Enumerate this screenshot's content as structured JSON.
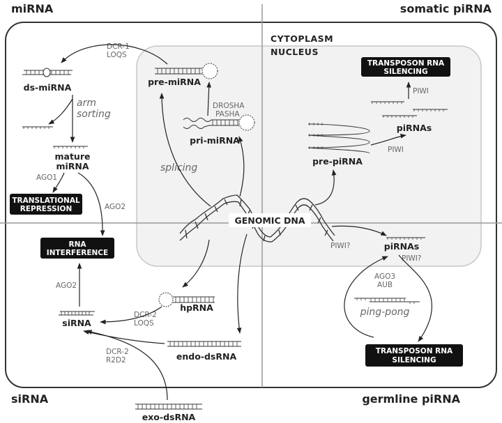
{
  "quadrants": {
    "top_left": "miRNA",
    "top_right": "somatic piRNA",
    "bottom_left": "siRNA",
    "bottom_right": "germline piRNA"
  },
  "compartments": {
    "cytoplasm": "CYTOPLASM",
    "nucleus": "NUCLEUS"
  },
  "center": {
    "genomic_dna": "GENOMIC DNA"
  },
  "mirna": {
    "ds_mirna": "ds-miRNA",
    "pre_mirna": "pre-miRNA",
    "pri_mirna": "pri-miRNA",
    "mature_line1": "mature",
    "mature_line2": "miRNA",
    "dcr1": "DCR-1",
    "loqs": "LOQS",
    "drosha": "DROSHA",
    "pasha": "PASHA",
    "arm": "arm",
    "sorting": "sorting",
    "splicing": "splicing",
    "ago1": "AGO1",
    "ago2_top": "AGO2",
    "trans_rep_line1": "TRANSLATIONAL",
    "trans_rep_line2": "REPRESSION"
  },
  "sirna": {
    "rnai_line1": "RNA",
    "rnai_line2": "INTERFERENCE",
    "ago2": "AGO2",
    "sirna": "siRNA",
    "hprna": "hpRNA",
    "dcr2_a": "DCR-2",
    "loqs": "LOQS",
    "dcr2_b": "DCR-2",
    "r2d2": "R2D2",
    "endo": "endo-dsRNA",
    "exo": "exo-dsRNA"
  },
  "somatic": {
    "silencing_line1": "TRANSPOSON RNA",
    "silencing_line2": "SILENCING",
    "piwi_a": "PIWI",
    "pirnas": "piRNAs",
    "piwi_b": "PIWI",
    "pre_pirna": "pre-piRNA"
  },
  "germline": {
    "piwiq_a": "PIWI?",
    "pirnas": "piRNAs",
    "piwiq_b": "PIWI?",
    "ago3": "AGO3",
    "aub": "AUB",
    "ping_pong": "ping-pong",
    "silencing_line1": "TRANSPOSON RNA",
    "silencing_line2": "SILENCING"
  }
}
